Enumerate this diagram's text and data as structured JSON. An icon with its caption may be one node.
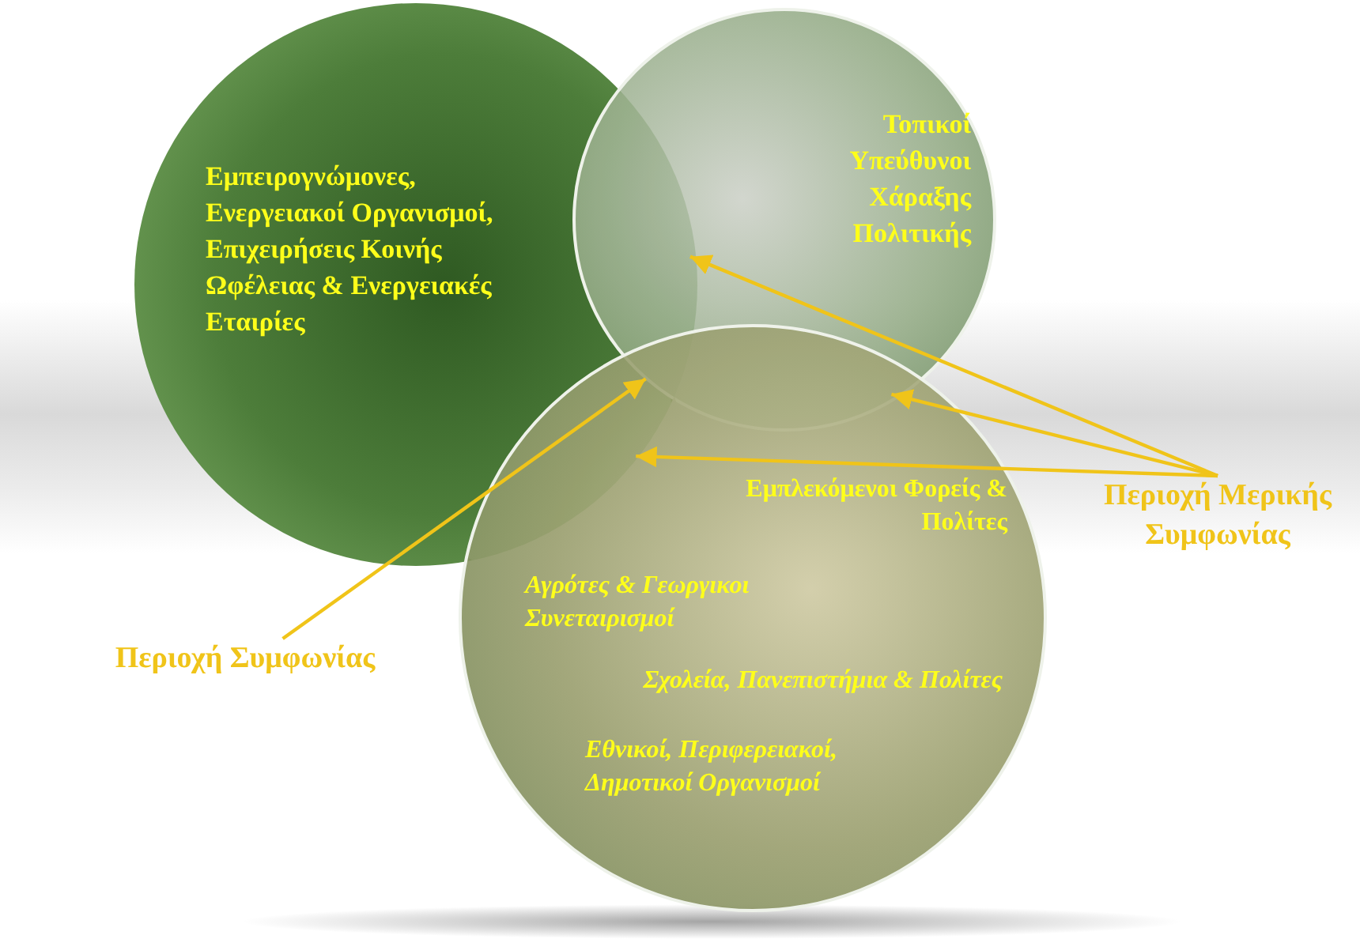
{
  "diagram": {
    "nodes": [
      {
        "text": [
          "Εμπειρογνώμονες, Ενεργειακοί Οργανισμοί, Επιχειρήσεις Κοινής Ωφέλειας & Ενεργειακές Εταιρίες"
        ]
      },
      {
        "text": [
          "Τοπικοί Υπεύθυνοι Χάραξης Πολιτικής"
        ]
      },
      {
        "text": [
          "Εμπλεκόμενοι Φορείς & Πολίτες",
          "Αγρότες & Γεωργικοι Συνεταιρισμοί",
          "Σχολεία, Πανεπιστήμια & Πολίτες",
          "Εθνικοί, Περιφερειακοί, Δημοτικοί Οργανισμοί"
        ]
      },
      {
        "text": [
          "Περιοχή Συμφωνίας"
        ]
      },
      {
        "text": [
          "Περιοχή Μερικής Συμφωνίας"
        ]
      },
      {
        "text": [],
        "shape": "region"
      },
      {
        "text": [],
        "shape": "region"
      },
      {
        "text": [],
        "shape": "region"
      },
      {
        "text": [],
        "shape": "region"
      }
    ],
    "edges": [
      {
        "from": 3,
        "to": 5,
        "arrow": "to"
      },
      {
        "from": 4,
        "to": 6,
        "arrow": "to"
      },
      {
        "from": 4,
        "to": 7,
        "arrow": "to"
      },
      {
        "from": 4,
        "to": 8,
        "arrow": "to"
      }
    ]
  }
}
